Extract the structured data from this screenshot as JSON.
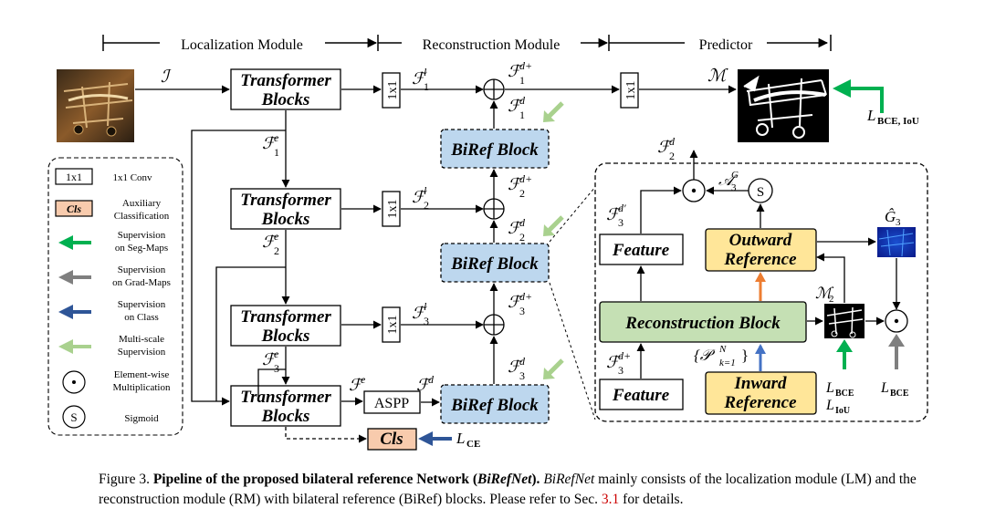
{
  "modules": {
    "localization": "Localization Module",
    "reconstruction": "Reconstruction Module",
    "predictor": "Predictor"
  },
  "blocks": {
    "transformer_line1": "Transformer",
    "transformer_line2": "Blocks",
    "biref": "BiRef Block",
    "conv": "1x1",
    "aspp": "ASPP",
    "cls": "Cls",
    "feature": "Feature",
    "outward_line1": "Outward",
    "outward_line2": "Reference",
    "inward_line1": "Inward",
    "inward_line2": "Reference",
    "reconstruction": "Reconstruction Block",
    "sigmoid": "S"
  },
  "symbols": {
    "input": "ℐ",
    "output": "ℳ",
    "fe_base": "ℱ",
    "fl_base": "ℱ",
    "fd_base": "ℱ",
    "m2": "ℳ",
    "m2_sub": "2",
    "g3_hat": "Ĝ",
    "g3_sub": "3",
    "ag3": "𝒜",
    "ag3_sup": "G",
    "ag3_sub": "3",
    "fd3_prime_sup": "d′",
    "fd3_plus_sup": "d+",
    "inward_set": "{𝒫",
    "inward_set_sup": "N",
    "inward_set_sub": "k=1",
    "inward_set_close": "}",
    "fd2_sup": "d",
    "fd2_sub": "2"
  },
  "labels": {
    "fe1": {
      "sup": "e",
      "sub": "1"
    },
    "fe2": {
      "sup": "e",
      "sub": "2"
    },
    "fe3": {
      "sup": "e",
      "sub": "3"
    },
    "fe": {
      "sup": "e"
    },
    "fd": {
      "sup": "d"
    },
    "fl1": {
      "sup": "l",
      "sub": "1"
    },
    "fl2": {
      "sup": "l",
      "sub": "2"
    },
    "fl3": {
      "sup": "l",
      "sub": "3"
    },
    "fd1p": {
      "sup": "d+",
      "sub": "1"
    },
    "fd1": {
      "sup": "d",
      "sub": "1"
    },
    "fd2p": {
      "sup": "d+",
      "sub": "2"
    },
    "fd2": {
      "sup": "d",
      "sub": "2"
    },
    "fd3p": {
      "sup": "d+",
      "sub": "3"
    },
    "fd3": {
      "sup": "d",
      "sub": "3"
    }
  },
  "losses": {
    "bce_iou": {
      "base": "L",
      "sub": "BCE, IoU"
    },
    "ce": {
      "base": "L",
      "sub": "CE"
    },
    "bce": {
      "base": "L",
      "sub": "BCE"
    },
    "iou": {
      "base": "L",
      "sub": "IoU"
    },
    "bce_grad": {
      "base": "L",
      "sub": "BCE"
    }
  },
  "legend": {
    "conv_box": "1x1",
    "conv_label": "1x1 Conv",
    "cls_box": "Cls",
    "cls_line1": "Auxiliary",
    "cls_line2": "Classification",
    "seg_line1": "Supervision",
    "seg_line2": "on Seg-Maps",
    "grad_line1": "Supervision",
    "grad_line2": "on Grad-Maps",
    "class_line1": "Supervision",
    "class_line2": "on Class",
    "ms_line1": "Multi-scale",
    "ms_line2": "Supervision",
    "mul_line1": "Element-wise",
    "mul_line2": "Multiplication",
    "sig_box": "S",
    "sig_label": "Sigmoid"
  },
  "colors": {
    "seg": "#00b050",
    "grad": "#7f7f7f",
    "class": "#2e5597",
    "multiscale": "#a9d18e",
    "biref_fill": "#bdd7ee",
    "recon_fill": "#c5e0b4",
    "ref_fill": "#ffe699",
    "cls_fill": "#f8cbad",
    "outward_arrow": "#ed7d31",
    "inward_arrow": "#4472c4"
  },
  "caption": {
    "fig": "Figure 3.",
    "title": "Pipeline of the proposed bilateral reference Network (",
    "title_name": "BiRefNet",
    "title_end": ").",
    "name": "BiRefNet",
    "body": " mainly consists of the localization module (LM) and the reconstruction module (RM) with bilateral reference (BiRef) blocks. Please refer to Sec. ",
    "ref": "3.1",
    "end": " for details."
  }
}
